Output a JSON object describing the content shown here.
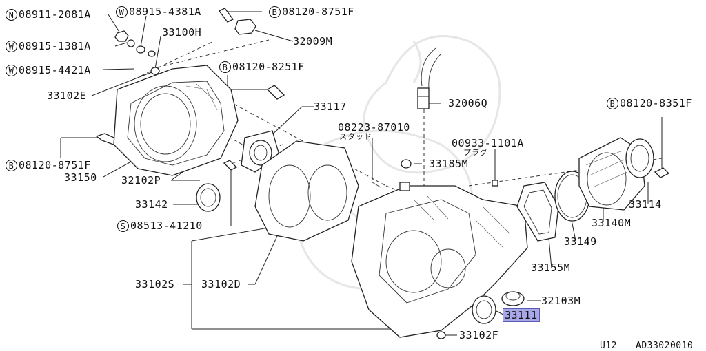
{
  "diagram": {
    "labels": [
      {
        "id": "n08911",
        "prefix": "N",
        "text": "08911-2081A"
      },
      {
        "id": "w08915a",
        "prefix": "W",
        "text": "08915-4381A"
      },
      {
        "id": "b08120a",
        "prefix": "B",
        "text": "08120-8751F"
      },
      {
        "id": "p33100h",
        "prefix": "",
        "text": "33100H"
      },
      {
        "id": "p32009m",
        "prefix": "",
        "text": "32009M"
      },
      {
        "id": "w08915b",
        "prefix": "W",
        "text": "08915-1381A"
      },
      {
        "id": "w08915c",
        "prefix": "W",
        "text": "08915-4421A"
      },
      {
        "id": "b08120b",
        "prefix": "B",
        "text": "08120-8251F"
      },
      {
        "id": "p33102e",
        "prefix": "",
        "text": "33102E"
      },
      {
        "id": "p33117",
        "prefix": "",
        "text": "33117"
      },
      {
        "id": "p32006q",
        "prefix": "",
        "text": "32006Q"
      },
      {
        "id": "p08223",
        "prefix": "",
        "text": "08223-87010"
      },
      {
        "id": "jp_stud",
        "prefix": "",
        "text": "スタッド"
      },
      {
        "id": "p00933",
        "prefix": "",
        "text": "00933-1101A"
      },
      {
        "id": "jp_plug",
        "prefix": "",
        "text": "プラグ"
      },
      {
        "id": "b08120c",
        "prefix": "B",
        "text": "08120-8351F"
      },
      {
        "id": "b08120d",
        "prefix": "B",
        "text": "08120-8751F"
      },
      {
        "id": "p33185m",
        "prefix": "",
        "text": "33185M"
      },
      {
        "id": "p33150",
        "prefix": "",
        "text": "33150"
      },
      {
        "id": "p32102p",
        "prefix": "",
        "text": "32102P"
      },
      {
        "id": "p33114",
        "prefix": "",
        "text": "33114"
      },
      {
        "id": "p33142",
        "prefix": "",
        "text": "33142"
      },
      {
        "id": "s08513",
        "prefix": "S",
        "text": "08513-41210"
      },
      {
        "id": "p33140m",
        "prefix": "",
        "text": "33140M"
      },
      {
        "id": "p33149",
        "prefix": "",
        "text": "33149"
      },
      {
        "id": "p33155m",
        "prefix": "",
        "text": "33155M"
      },
      {
        "id": "p33102s",
        "prefix": "",
        "text": "33102S"
      },
      {
        "id": "p33102d",
        "prefix": "",
        "text": "33102D"
      },
      {
        "id": "p32103m",
        "prefix": "",
        "text": "32103M"
      },
      {
        "id": "p33111",
        "prefix": "",
        "text": "33111",
        "highlight": true
      },
      {
        "id": "p33102f",
        "prefix": "",
        "text": "33102F"
      }
    ],
    "footer": {
      "model": "U12",
      "code": "AD33020010"
    }
  }
}
